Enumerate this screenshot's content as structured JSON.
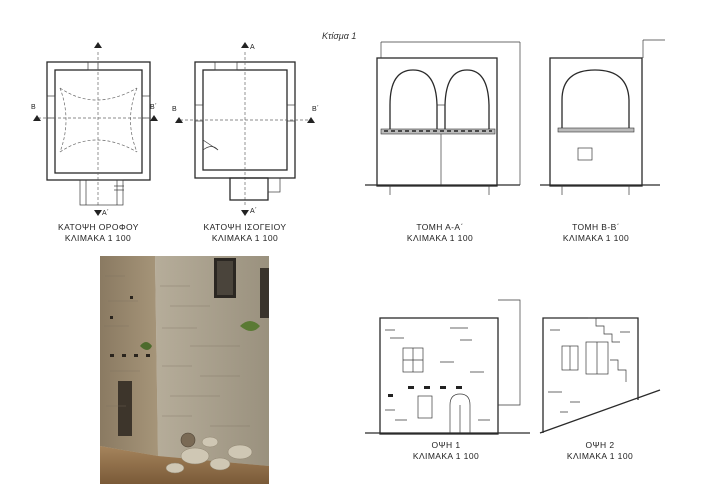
{
  "sheet_title": "Κτίσμα 1",
  "drawings": [
    {
      "title": "ΚΑΤΟΨΗ ΟΡΟΦΟΥ",
      "scale": "ΚΛΙΜΑΚΑ 1 100"
    },
    {
      "title": "ΚΑΤΟΨΗ ΙΣΟΓΕΙΟΥ",
      "scale": "ΚΛΙΜΑΚΑ 1 100"
    },
    {
      "title": "ΤΟΜΗ Α-Α΄",
      "scale": "ΚΛΙΜΑΚΑ 1 100"
    },
    {
      "title": "ΤΟΜΗ Β-Β΄",
      "scale": "ΚΛΙΜΑΚΑ 1 100"
    },
    {
      "title": "ΟΨΗ 1",
      "scale": "ΚΛΙΜΑΚΑ 1 100"
    },
    {
      "title": "ΟΨΗ 2",
      "scale": "ΚΛΙΜΑΚΑ 1 100"
    }
  ],
  "section_marks": {
    "a": "Α",
    "a_prime": "Α΄",
    "b": "Β",
    "b_prime": "Β΄"
  }
}
